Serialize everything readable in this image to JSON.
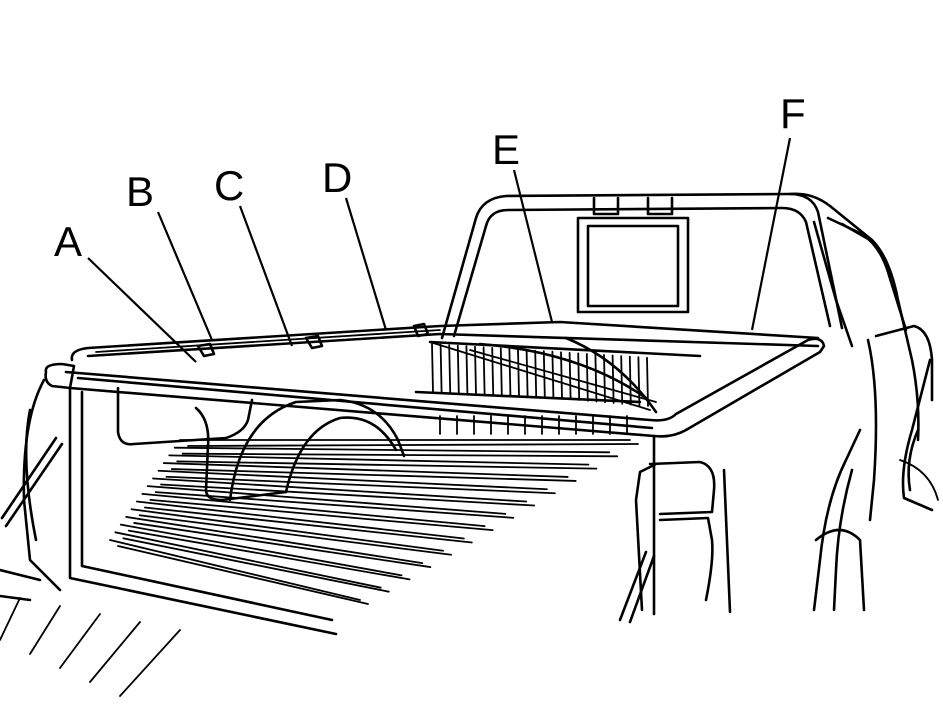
{
  "diagram": {
    "callouts": [
      {
        "id": "a",
        "label": "A"
      },
      {
        "id": "b",
        "label": "B"
      },
      {
        "id": "c",
        "label": "C"
      },
      {
        "id": "d",
        "label": "D"
      },
      {
        "id": "e",
        "label": "E"
      },
      {
        "id": "f",
        "label": "F"
      }
    ],
    "colors": {
      "ink": "#000000",
      "paper": "#ffffff"
    }
  }
}
